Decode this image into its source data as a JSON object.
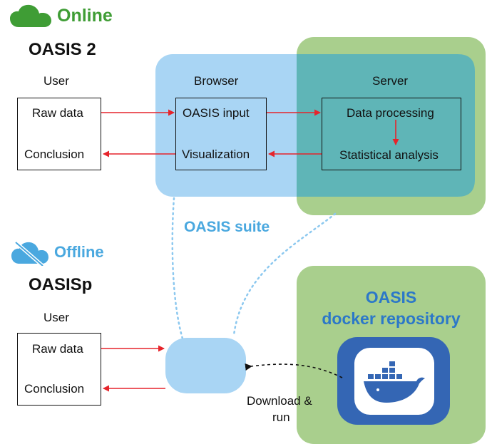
{
  "online": {
    "label": "Online",
    "color": "#3f9d35"
  },
  "oasis2": {
    "title": "OASIS 2"
  },
  "top_flow": {
    "user_header": "User",
    "browser_header": "Browser",
    "server_header": "Server",
    "user_raw_data": "Raw data",
    "user_conclusion": "Conclusion",
    "browser_input": "OASIS input",
    "browser_visualization": "Visualization",
    "server_processing": "Data processing",
    "server_analysis": "Statistical analysis"
  },
  "suite": {
    "label": "OASIS suite",
    "color": "#4aa8df"
  },
  "offline": {
    "label": "Offline",
    "color": "#4aa8df"
  },
  "oasisp": {
    "title": "OASISp"
  },
  "bottom_flow": {
    "user_header": "User",
    "user_raw_data": "Raw data",
    "user_conclusion": "Conclusion",
    "download_line1": "Download &",
    "download_line2": "run"
  },
  "docker_repo": {
    "line1": "OASIS",
    "line2": "docker repository",
    "color": "#2c78c8"
  },
  "colors": {
    "browser_bg": "#a9d5f4",
    "server_bg": "#a9cf8d",
    "overlap_bg": "#5fb5b7",
    "arrow_red": "#e6242b",
    "docker_blue": "#3466b4",
    "docker_bg": "#a9cf8d"
  },
  "icons": {
    "online": "cloud-icon",
    "offline": "cloud-offline-icon",
    "docker": "docker-whale-icon"
  }
}
